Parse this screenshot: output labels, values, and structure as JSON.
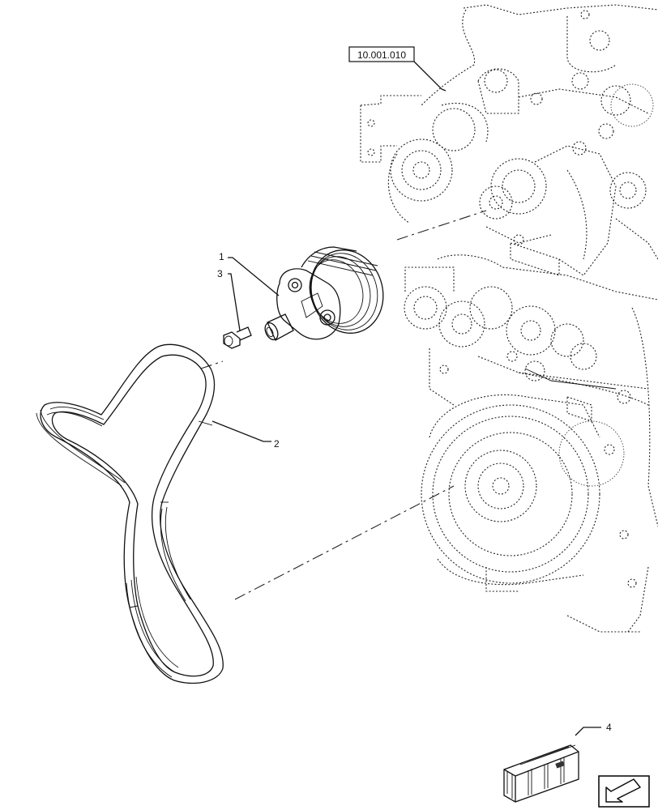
{
  "reference_label": "10.001.010",
  "callouts": [
    {
      "id": "1",
      "text": "1"
    },
    {
      "id": "2",
      "text": "2"
    },
    {
      "id": "3",
      "text": "3"
    },
    {
      "id": "4",
      "text": "4"
    }
  ],
  "icons": {
    "kit_box": "crate-box-icon",
    "navigation": "arrow-back-icon"
  }
}
